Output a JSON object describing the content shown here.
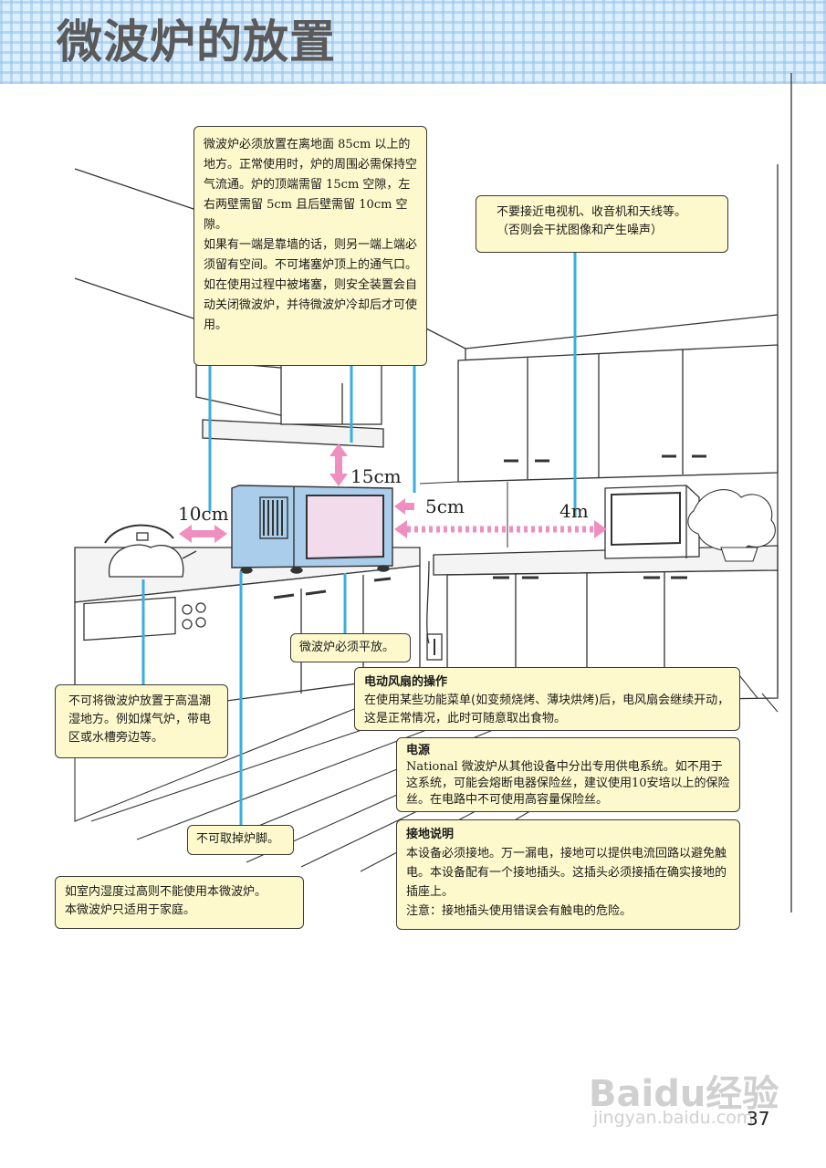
{
  "title": "微波炉的放置",
  "page_number": "37",
  "dimensions": {
    "cm10": "10cm",
    "cm15": "15cm",
    "cm5": "5cm",
    "m4": "4m"
  },
  "notes": {
    "placement": [
      "微波炉必须放置在离地面 85cm 以上的地方。正常使用时，炉的周围必需保持空气流通。炉的顶端需留 15cm 空隙，左右两壁需留 5cm 且后壁需留 10cm 空隙。",
      "如果有一端是靠墙的话，则另一端上端必须留有空间。不可堵塞炉顶上的通气口。如在使用过程中被堵塞，则安全装置会自动关闭微波炉，并待微波炉冷却后才可使用。"
    ],
    "tv": [
      "不要接近电视机、收音机和天线等。",
      "（否则会干扰图像和产生噪声）"
    ],
    "level": "微波炉必须平放。",
    "humid": "不可将微波炉放置于高温潮湿地方。例如煤气炉，带电区或水槽旁边等。",
    "feet": "不可取掉炉脚。",
    "household": [
      "如室内湿度过高则不能使用本微波炉。",
      "本微波炉只适用于家庭。"
    ],
    "fan": {
      "title": "电动风扇的操作",
      "body": "在使用某些功能菜单(如变频烧烤、薄块烘烤)后，电风扇会继续开动，这是正常情况，此时可随意取出食物。"
    },
    "power": {
      "title": "电源",
      "body": "National 微波炉从其他设备中分出专用供电系统。如不用于这系统，可能会熔断电器保险丝，建议使用10安培以上的保险丝。在电路中不可使用高容量保险丝。"
    },
    "ground": {
      "title": "接地说明",
      "body": "本设备必须接地。万一漏电，接地可以提供电流回路以避免触电。本设备配有一个接地插头。这插头必须接插在确实接地的插座上。",
      "caution": "注意：接地插头使用错误会有触电的危险。"
    }
  },
  "watermark": {
    "logo": "Baidu经验",
    "url": "jingyan.baidu.com"
  },
  "colors": {
    "microwave": "#a9cdea",
    "arrow": "#ef8fbf",
    "leader": "#3aaedc",
    "note_bg": "#fdf9cc",
    "header": "#dcefff"
  }
}
